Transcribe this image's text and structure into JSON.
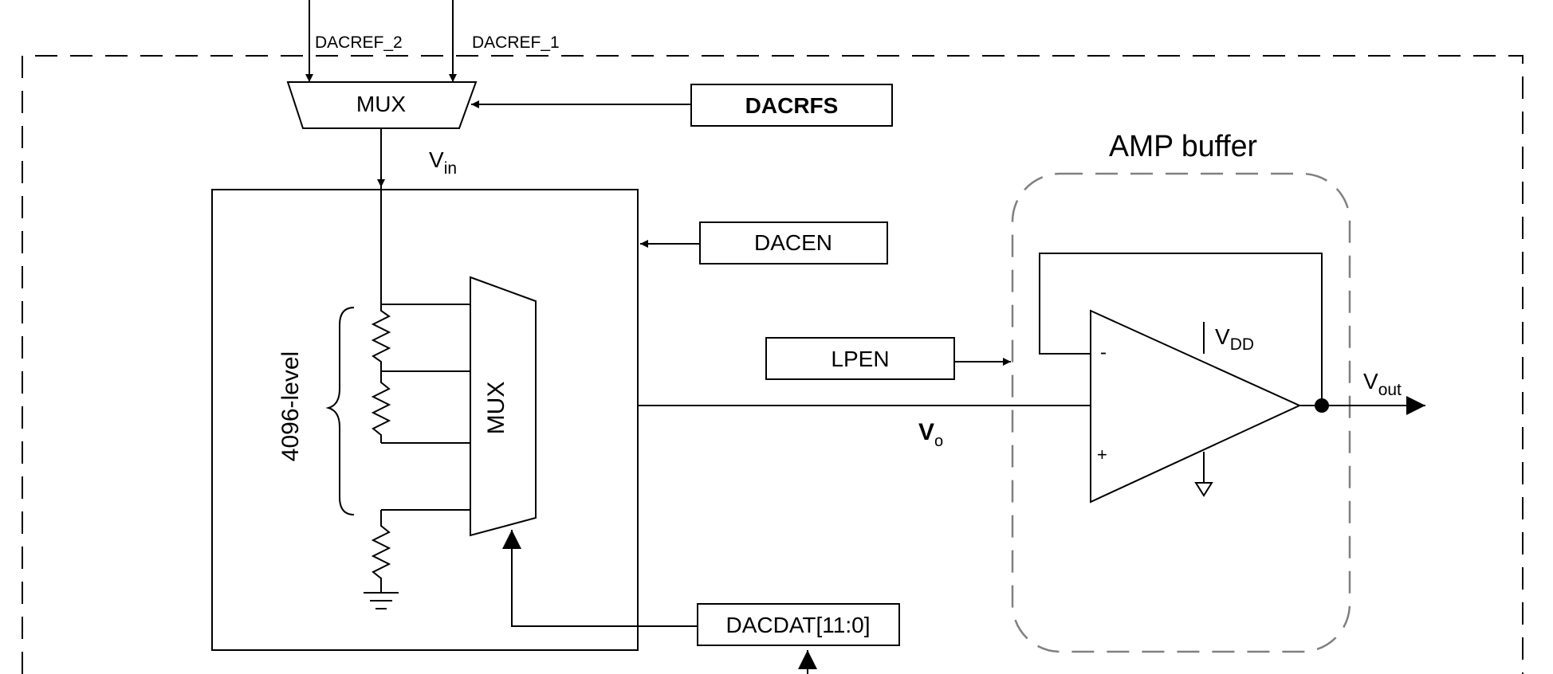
{
  "labels": {
    "dacref2": "DACREF_2",
    "dacref1": "DACREF_1",
    "top_mux": "MUX",
    "dacrfs": "DACRFS",
    "vin_main": "V",
    "vin_sub": "in",
    "amp_buffer": "AMP buffer",
    "dacen": "DACEN",
    "level": "4096-level",
    "inner_mux": "MUX",
    "lpen": "LPEN",
    "vdd_main": "V",
    "vdd_sub": "DD",
    "minus": "-",
    "plus": "+",
    "vout_main": "V",
    "vout_sub": "out",
    "vo_main": "V",
    "vo_sub": "o",
    "dacdat": "DACDAT[11:0]"
  },
  "colors": {
    "line": "#000000",
    "dashed_buffer": "#808080"
  }
}
